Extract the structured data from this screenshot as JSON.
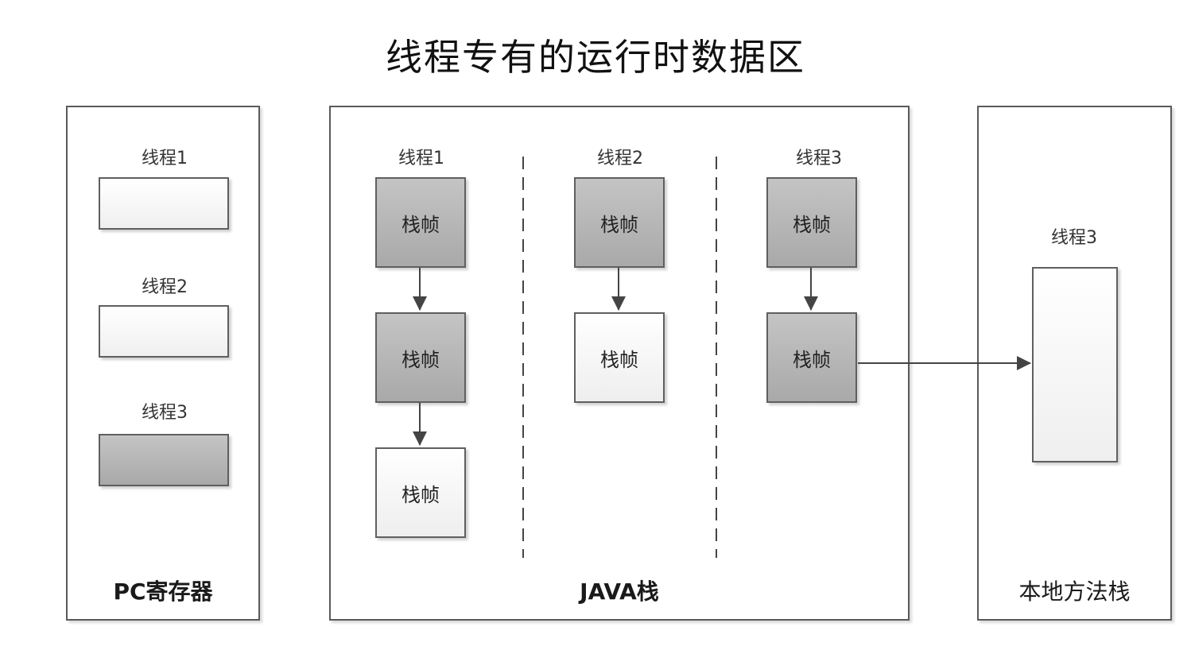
{
  "title": "线程专有的运行时数据区",
  "pc_registers": {
    "label": "PC寄存器",
    "threads": [
      {
        "label": "线程1",
        "state": "empty"
      },
      {
        "label": "线程2",
        "state": "empty"
      },
      {
        "label": "线程3",
        "state": "active"
      }
    ]
  },
  "java_stack": {
    "label": "JAVA栈",
    "threads": [
      {
        "label": "线程1",
        "frames": [
          {
            "label": "栈帧",
            "state": "active"
          },
          {
            "label": "栈帧",
            "state": "active"
          },
          {
            "label": "栈帧",
            "state": "empty"
          }
        ]
      },
      {
        "label": "线程2",
        "frames": [
          {
            "label": "栈帧",
            "state": "active"
          },
          {
            "label": "栈帧",
            "state": "empty"
          }
        ]
      },
      {
        "label": "线程3",
        "frames": [
          {
            "label": "栈帧",
            "state": "active"
          },
          {
            "label": "栈帧",
            "state": "active"
          }
        ]
      }
    ]
  },
  "native_method_stack": {
    "label": "本地方法栈",
    "threads": [
      {
        "label": "线程3",
        "state": "empty"
      }
    ]
  },
  "colors": {
    "active_fill": "#b5b5b5",
    "empty_fill": "#f7f7f7",
    "border": "#5f5f5f",
    "connector": "#444444"
  }
}
